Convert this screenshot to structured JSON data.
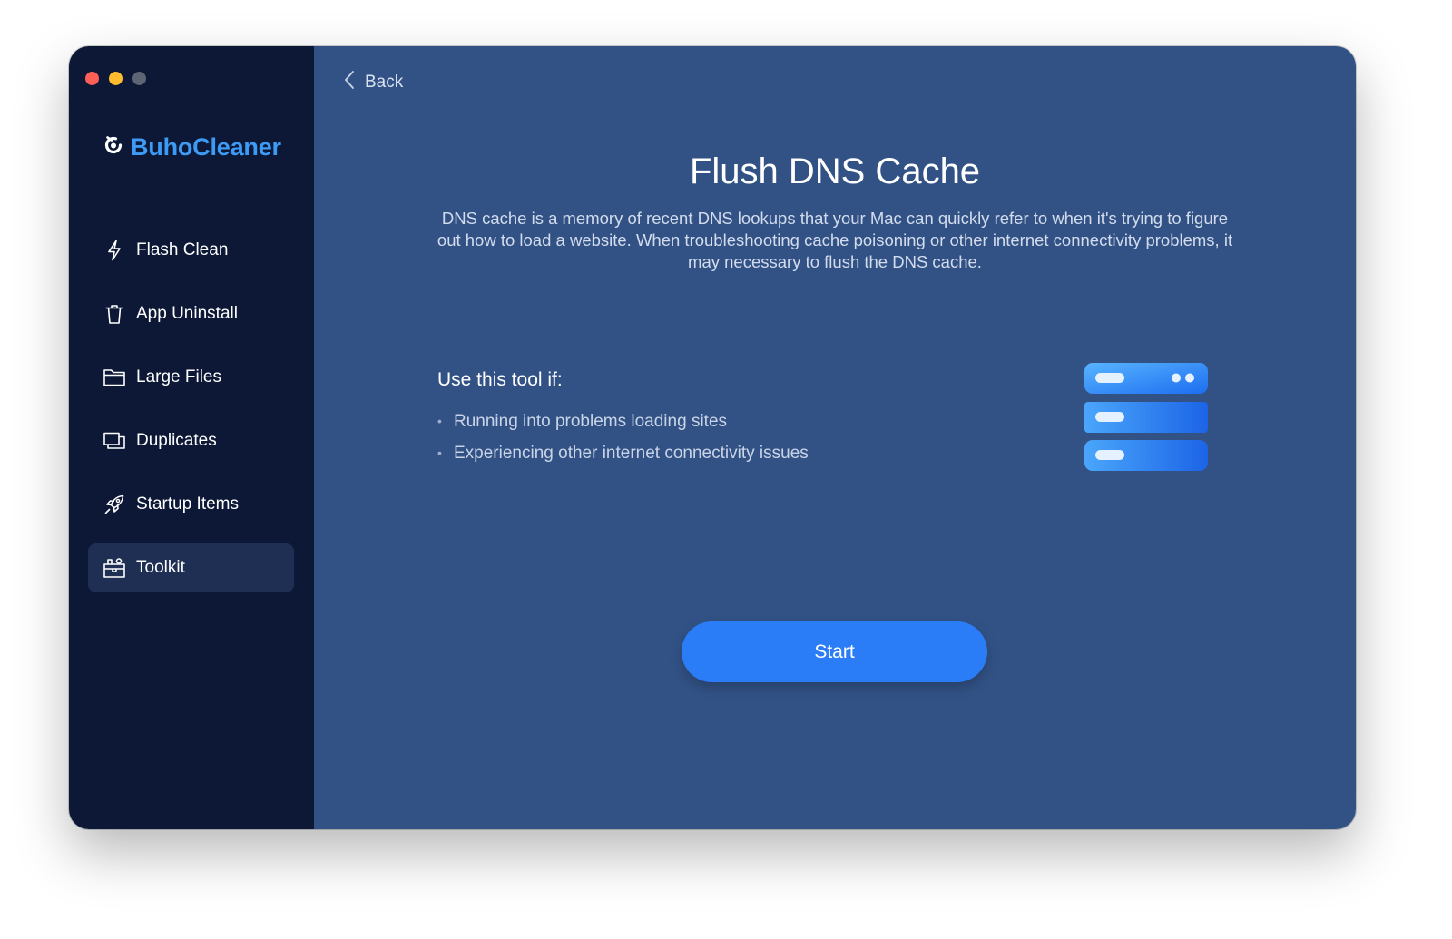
{
  "window": {
    "traffic_lights": {
      "close_color": "#fe5f57",
      "minimize_color": "#febc2e",
      "zoom_color": "#5d6474"
    }
  },
  "sidebar": {
    "logo": {
      "icon": "buho-logo-icon",
      "text": "BuhoCleaner",
      "color": "#3d9bf5"
    },
    "items": [
      {
        "label": "Flash Clean",
        "icon": "lightning-icon",
        "active": false
      },
      {
        "label": "App Uninstall",
        "icon": "trash-icon",
        "active": false
      },
      {
        "label": "Large Files",
        "icon": "folder-icon",
        "active": false
      },
      {
        "label": "Duplicates",
        "icon": "duplicates-icon",
        "active": false
      },
      {
        "label": "Startup Items",
        "icon": "rocket-icon",
        "active": false
      },
      {
        "label": "Toolkit",
        "icon": "toolkit-icon",
        "active": true
      }
    ]
  },
  "main": {
    "back_label": "Back",
    "title": "Flush DNS Cache",
    "description": "DNS cache is a memory of recent DNS lookups that your Mac can quickly refer to when it's trying to figure out how to load a website. When troubleshooting cache poisoning or other internet connectivity problems, it may necessary to flush the DNS cache.",
    "use_heading": "Use this tool if:",
    "bullets": [
      "Running into problems loading sites",
      "Experiencing other internet connectivity issues"
    ],
    "illustration": "server-stack-icon",
    "start_label": "Start",
    "accent_color": "#2a7cf7",
    "background_color": "#325286"
  }
}
